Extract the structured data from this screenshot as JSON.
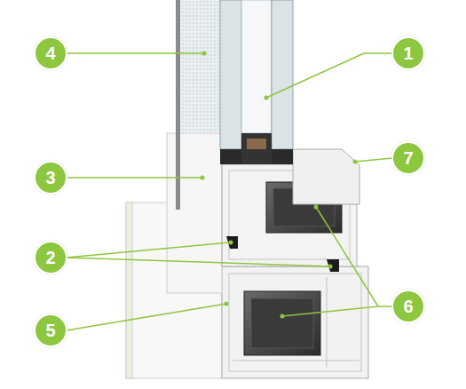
{
  "diagram": {
    "nodes": [
      {
        "text": [
          "4"
        ]
      },
      {
        "text": [
          "1"
        ]
      },
      {
        "text": [
          "7"
        ]
      },
      {
        "text": [
          "3"
        ]
      },
      {
        "text": [
          "2"
        ]
      },
      {
        "text": [
          "6"
        ]
      },
      {
        "text": [
          "5"
        ]
      }
    ]
  }
}
